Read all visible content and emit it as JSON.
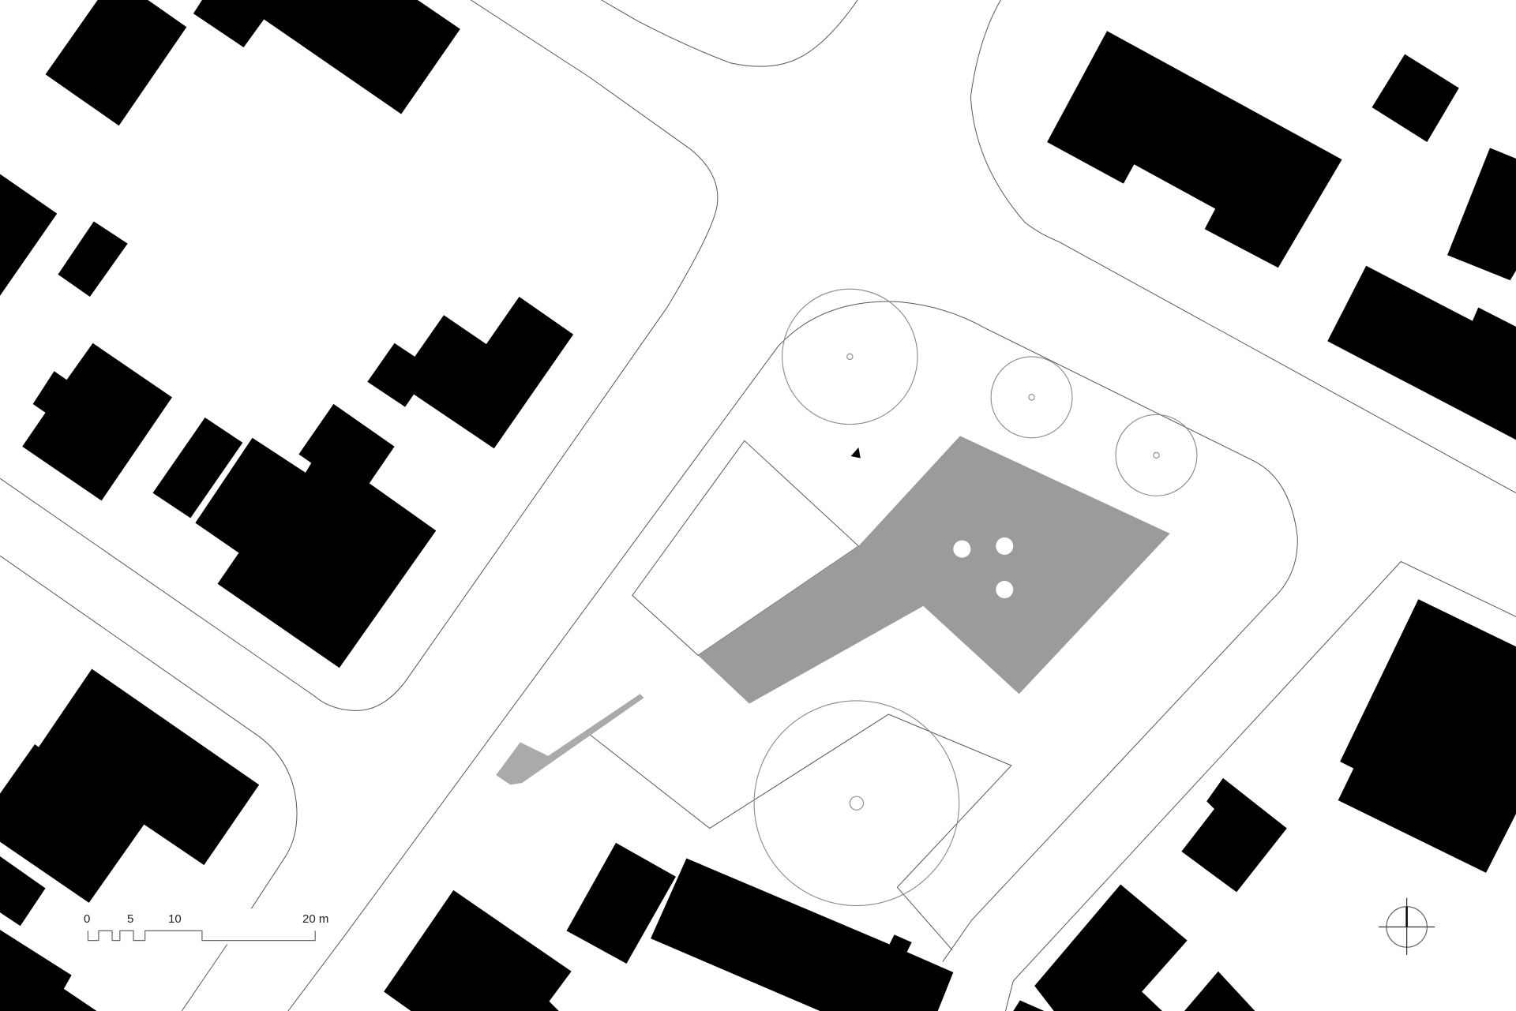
{
  "plan": {
    "title": "Site plan",
    "colors": {
      "buildings": "#000000",
      "project": "#9b9b9b",
      "lines": "#555555"
    }
  },
  "scale_bar": {
    "labels": [
      "0",
      "5",
      "10",
      "20 m"
    ]
  },
  "north_arrow": {
    "icon": "north-arrow-icon"
  }
}
